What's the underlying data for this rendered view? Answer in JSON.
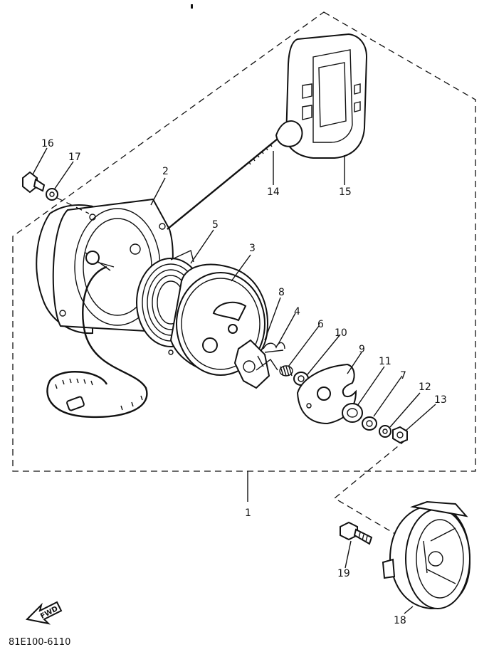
{
  "diagram": {
    "callouts": {
      "c1": "1",
      "c2": "2",
      "c3": "3",
      "c4": "4",
      "c5": "5",
      "c6": "6",
      "c7": "7",
      "c8": "8",
      "c9": "9",
      "c10": "10",
      "c11": "11",
      "c12": "12",
      "c13": "13",
      "c14": "14",
      "c15": "15",
      "c16": "16",
      "c17": "17",
      "c18": "18",
      "c19": "19"
    },
    "fwd_label": "FWD",
    "drawing_code": "81E100-6110"
  }
}
